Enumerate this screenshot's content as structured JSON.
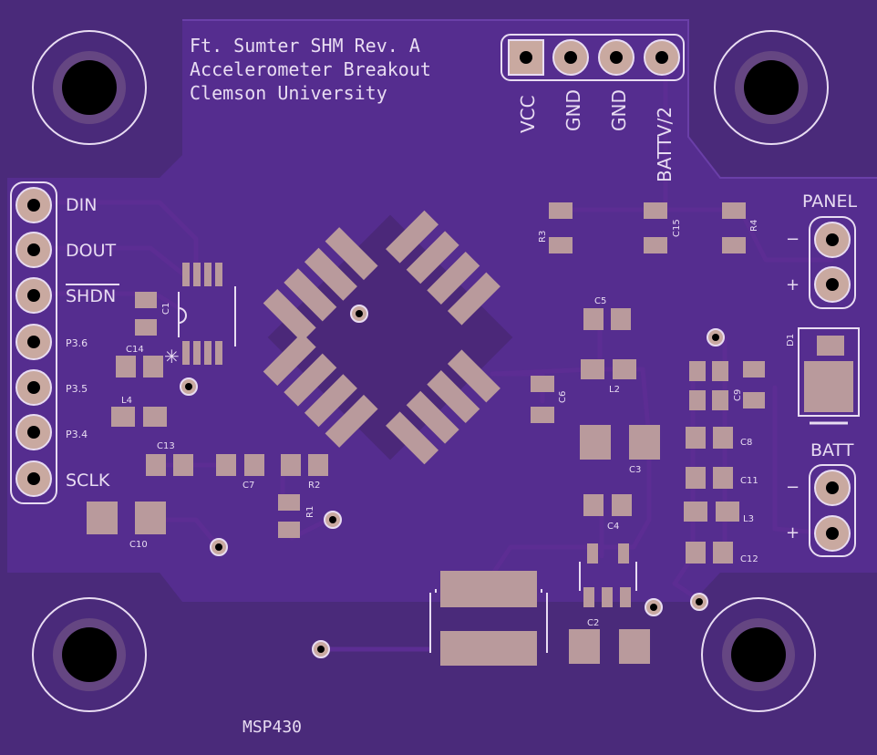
{
  "board": {
    "title_line1": "Ft. Sumter SHM Rev. A",
    "title_line2": "Accelerometer Breakout",
    "title_line3": "Clemson University",
    "footer_label": "MSP430",
    "colors": {
      "background": "#000000",
      "board": "#4a2a7a",
      "pour": "#552d8f",
      "silkscreen": "#e8dcf2",
      "pad": "#b99a9c"
    }
  },
  "top_header": {
    "pins": [
      "VCC",
      "GND",
      "GND",
      "BATTV/2"
    ]
  },
  "left_header": {
    "pins": [
      "DIN",
      "DOUT",
      "SHDN",
      "P3.6",
      "P3.5",
      "P3.4",
      "SCLK"
    ]
  },
  "right_connectors": {
    "panel": {
      "label": "PANEL",
      "minus": "−",
      "plus": "+"
    },
    "batt": {
      "label": "BATT",
      "minus": "−",
      "plus": "+"
    }
  },
  "components": {
    "C1": "C1",
    "C2": "C2",
    "C3": "C3",
    "C4": "C4",
    "C5": "C5",
    "C6": "C6",
    "C7": "C7",
    "C8": "C8",
    "C9": "C9",
    "C10": "C10",
    "C11": "C11",
    "C12": "C12",
    "C13": "C13",
    "C14": "C14",
    "C15": "C15",
    "R1": "R1",
    "R2": "R2",
    "R3": "R3",
    "R4": "R4",
    "L2": "L2",
    "L3": "L3",
    "L4": "L4",
    "D1": "D1"
  }
}
